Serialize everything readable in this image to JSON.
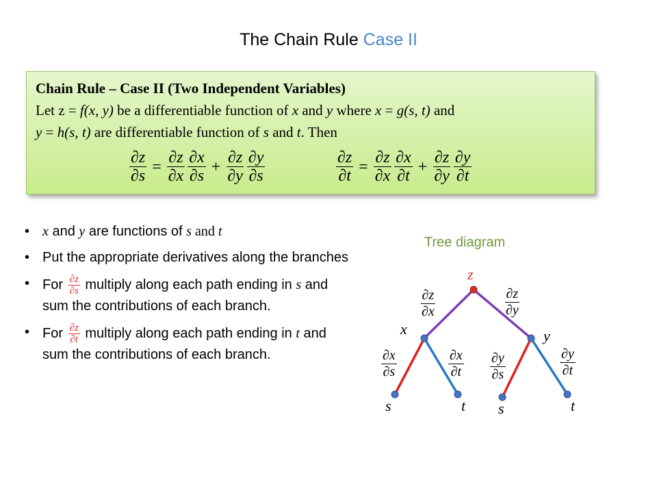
{
  "title": {
    "main": "The Chain Rule",
    "case": "Case II"
  },
  "definition": {
    "heading": "Chain Rule – Case II (Two Independent Variables)",
    "line1": {
      "let": "Let ",
      "z": "z",
      "eq1": " = ",
      "f": "f",
      "xy": "(x, y)",
      "mid": " be a differentiable function of ",
      "x": "x",
      "and": " and ",
      "y": "y",
      "where": " where ",
      "x2": "x",
      "eq2": " = ",
      "g": "g",
      "st": "(s, t)",
      "and2": " and"
    },
    "line2": {
      "y": "y",
      "eq": " = ",
      "h": "h",
      "st": "(s, t)",
      "mid": " are differentiable function of ",
      "s": "s",
      "and": " and ",
      "t": "t",
      "then": ". Then"
    },
    "formula_s": {
      "lhs_num": "∂z",
      "lhs_den": "∂s",
      "eq": "=",
      "a_num": "∂z",
      "a_den": "∂x",
      "b_num": "∂x",
      "b_den": "∂s",
      "plus": "+",
      "c_num": "∂z",
      "c_den": "∂y",
      "d_num": "∂y",
      "d_den": "∂s"
    },
    "formula_t": {
      "lhs_num": "∂z",
      "lhs_den": "∂t",
      "eq": "=",
      "a_num": "∂z",
      "a_den": "∂x",
      "b_num": "∂x",
      "b_den": "∂t",
      "plus": "+",
      "c_num": "∂z",
      "c_den": "∂y",
      "d_num": "∂y",
      "d_den": "∂t"
    }
  },
  "bullets": {
    "b1": {
      "x": "x",
      "and": " and ",
      "y": "y",
      "rest": " are functions of ",
      "s": "s",
      "and2": " and ",
      "t": "t"
    },
    "b2": "Put the appropriate derivatives along the branches",
    "b3": {
      "for": "For ",
      "num": "∂z",
      "den": "∂s",
      "rest": " multiply along each path ending in ",
      "var": "s",
      "tail": " and sum the contributions of each branch."
    },
    "b4": {
      "for": "For ",
      "num": "∂z",
      "den": "∂t",
      "rest": " multiply along each path ending in ",
      "var": "t",
      "tail": " and sum the contributions of each branch."
    }
  },
  "tree": {
    "title": "Tree diagram",
    "nodes": {
      "z": "z",
      "x": "x",
      "y": "y",
      "s1": "s",
      "t1": "t",
      "s2": "s",
      "t2": "t"
    },
    "edges": {
      "zx": {
        "num": "∂z",
        "den": "∂x"
      },
      "zy": {
        "num": "∂z",
        "den": "∂y"
      },
      "xs": {
        "num": "∂x",
        "den": "∂s"
      },
      "xt": {
        "num": "∂x",
        "den": "∂t"
      },
      "ys": {
        "num": "∂y",
        "den": "∂s"
      },
      "yt": {
        "num": "∂y",
        "den": "∂t"
      }
    },
    "colors": {
      "upper_branch": "#7a3fb5",
      "s_branch": "#e02020",
      "t_branch": "#2a78c8",
      "node": "#4a72c4",
      "root_node": "#d0302a"
    }
  }
}
